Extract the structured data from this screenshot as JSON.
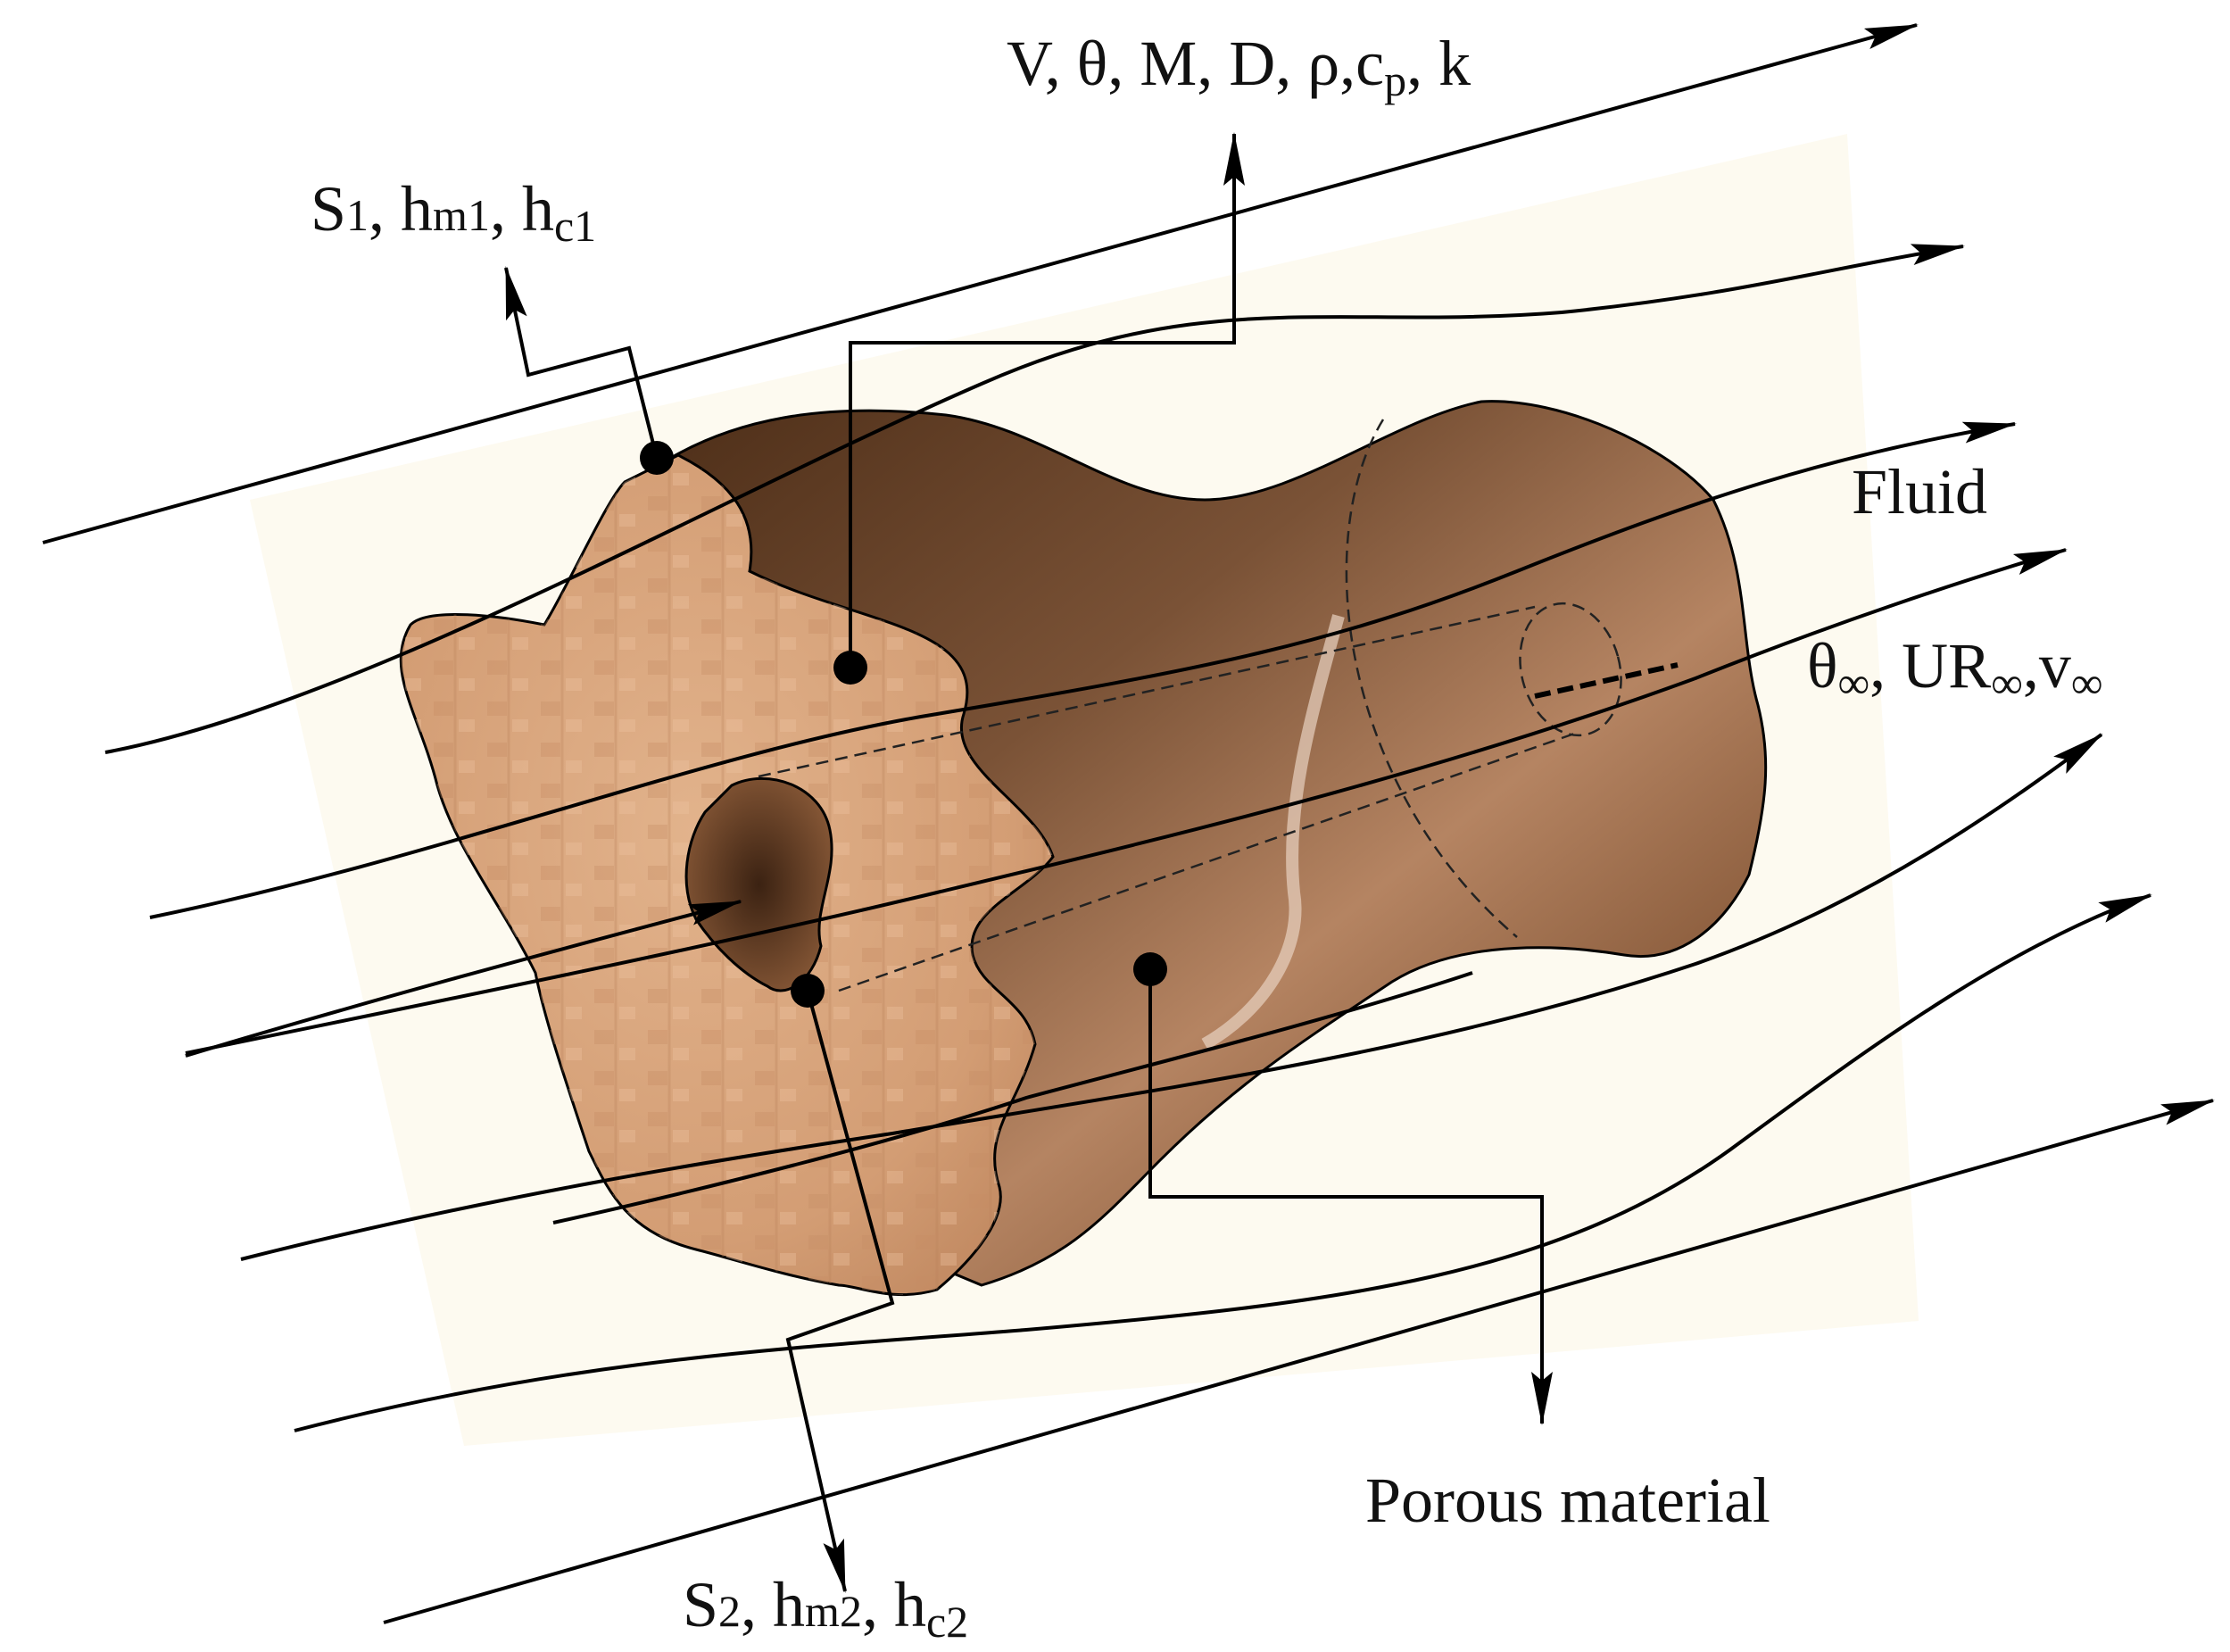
{
  "labels": {
    "top_properties": {
      "text": "V, θ, M, D, ρ,c",
      "sub": "p",
      "tail": ", k"
    },
    "surface1": {
      "s": "S",
      "s_sub": "1",
      "sep1": ", h",
      "hm_sub": "m1",
      "sep2": ", h",
      "hc_sub": "c1"
    },
    "surface2": {
      "s": "S",
      "s_sub": "2",
      "sep1": ", h",
      "hm_sub": "m2",
      "sep2": ", h",
      "hc_sub": "c2"
    },
    "fluid": "Fluid",
    "ambient": {
      "a": "θ",
      "a_sub": "∞",
      "b": ", UR",
      "b_sub": "∞",
      "c": ",v",
      "c_sub": "∞"
    },
    "material": "Porous material"
  },
  "colors": {
    "line": "#000000",
    "body_light": "#d9a47c",
    "body_mid": "#a8714a",
    "body_dark": "#5e3b22",
    "background_patch": "#fdfaf0"
  }
}
